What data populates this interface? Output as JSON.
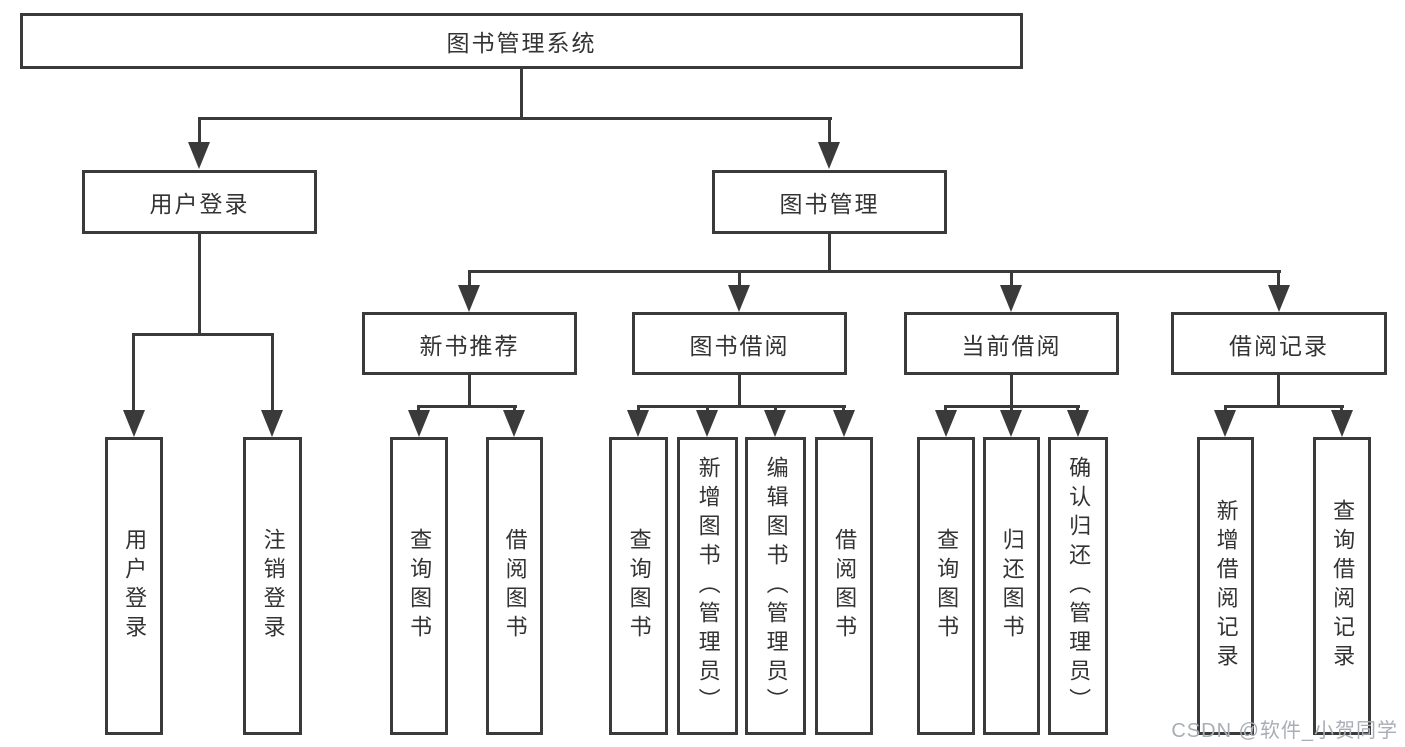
{
  "tree": {
    "label": "图书管理系统",
    "children": [
      {
        "label": "用户登录",
        "children": [
          {
            "label": "用户登录"
          },
          {
            "label": "注销登录"
          }
        ]
      },
      {
        "label": "图书管理",
        "children": [
          {
            "label": "新书推荐",
            "children": [
              {
                "label": "查询图书"
              },
              {
                "label": "借阅图书"
              }
            ]
          },
          {
            "label": "图书借阅",
            "children": [
              {
                "label": "查询图书"
              },
              {
                "label": "新增图书（管理员）"
              },
              {
                "label": "编辑图书（管理员）"
              },
              {
                "label": "借阅图书"
              }
            ]
          },
          {
            "label": "当前借阅",
            "children": [
              {
                "label": "查询图书"
              },
              {
                "label": "归还图书"
              },
              {
                "label": "确认归还（管理员）"
              }
            ]
          },
          {
            "label": "借阅记录",
            "children": [
              {
                "label": "新增借阅记录"
              },
              {
                "label": "查询借阅记录"
              }
            ]
          }
        ]
      }
    ]
  },
  "watermark": {
    "text": "CSDN @软件_小贺同学"
  },
  "colors": {
    "line": "#3a3a3a",
    "text": "#333333",
    "box_fill": "#ffffff",
    "background": "#ffffff",
    "watermark": "#a9adb5"
  }
}
